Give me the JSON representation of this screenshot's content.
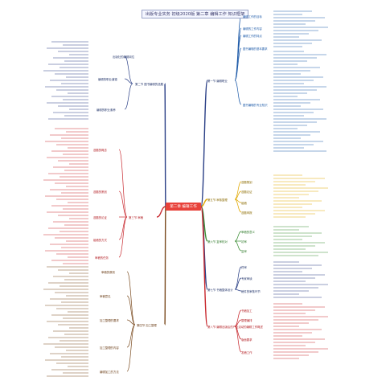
{
  "title": "出版专业实务 初级2020版 第二章 编辑工作 知识框架",
  "root": "第二章 编辑工作",
  "colors": {
    "root": "#e8423a",
    "blue": "#1d5aa8",
    "red": "#c8282e",
    "gold": "#e0a800",
    "green": "#3c8f35",
    "navy": "#2a3f86",
    "brown": "#7a4a1e",
    "leaf": "#7aa7d8"
  },
  "branches": {
    "s1": "第一节 编辑职业",
    "s2": "第二节 图书编辑的选题",
    "s3": "第三节 审稿",
    "s4": "第四节 加工整理",
    "s5": "第五节 审核整理",
    "s6": "第六节 复审校对",
    "s7": "第七节 书稿整体设计",
    "s8": "第八节 编辑出版后的产出活动的编辑工作概述"
  },
  "sub": {
    "r1": "编辑工作的目标",
    "r2": "编辑的工作内容",
    "r3": "编辑工作的特点",
    "r4": "图书编辑的基本要求",
    "r5": "图书编辑的专业知识",
    "r6": "选题策划",
    "r7": "选题论证",
    "r8": "组稿",
    "r9": "选题申报",
    "r10": "审稿的意义",
    "r11": "初审",
    "r12": "复审",
    "r13": "终审",
    "r14": "专家审读",
    "r15": "稿件的审核环节",
    "r16": "书稿加工",
    "r17": "整理编排",
    "r18": "版面要求",
    "r19": "发稿工作",
    "l1": "出版社的编辑岗位",
    "l2": "编辑的职业道德",
    "l3": "编辑的职业素养",
    "l4": "选题的概念",
    "l5": "选题的策划",
    "l6": "选题的论证",
    "l7": "组稿的方式",
    "l8": "审稿的任务",
    "l9": "审稿的原则",
    "l10": "审稿意见",
    "l11": "加工整理的要求",
    "l12": "加工整理的内容",
    "l13": "编辑加工的方法"
  }
}
